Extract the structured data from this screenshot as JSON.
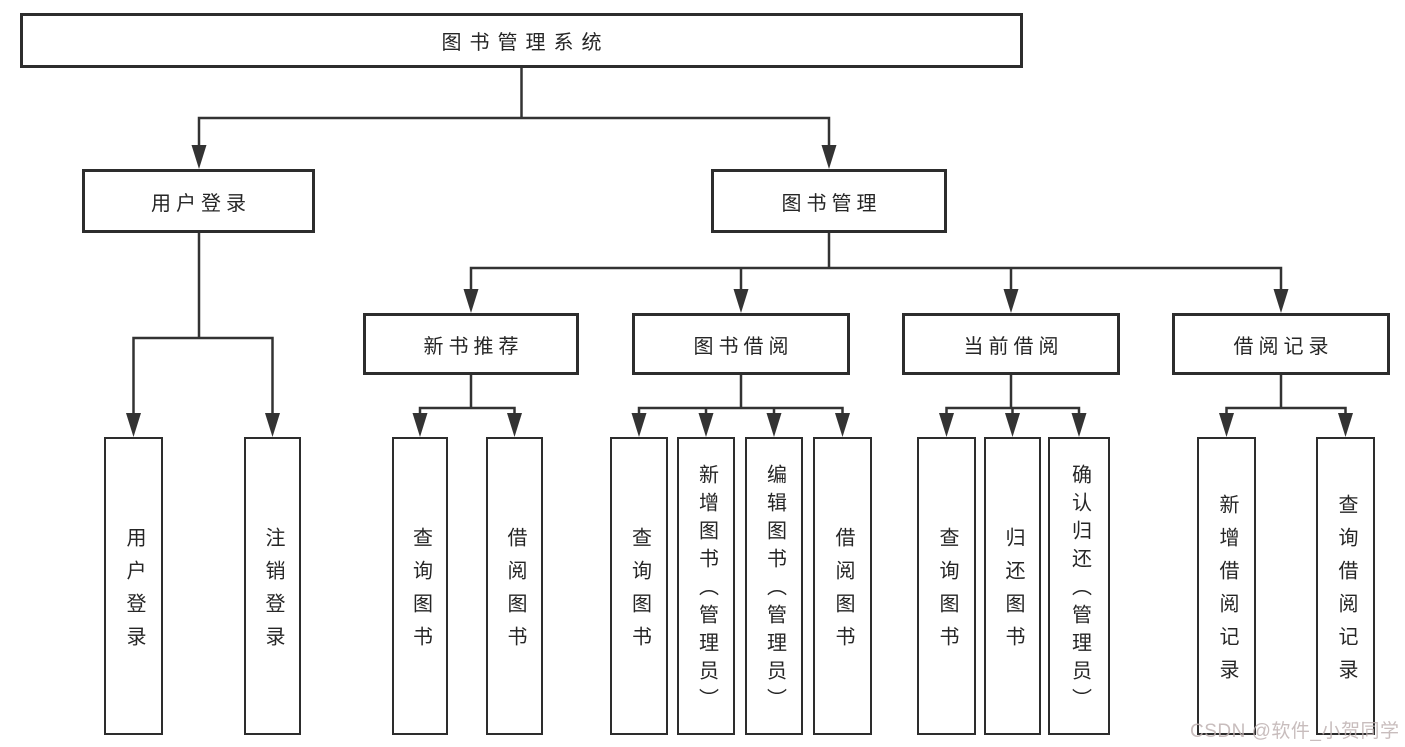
{
  "diagram": {
    "root": "图书管理系统",
    "user_branch": {
      "label": "用户登录",
      "children": [
        "用户登录",
        "注销登录"
      ]
    },
    "manage_branch": {
      "label": "图书管理",
      "groups": [
        {
          "label": "新书推荐",
          "children": [
            "查询图书",
            "借阅图书"
          ]
        },
        {
          "label": "图书借阅",
          "children": [
            "查询图书",
            "新增图书（管理员）",
            "编辑图书（管理员）",
            "借阅图书"
          ]
        },
        {
          "label": "当前借阅",
          "children": [
            "查询图书",
            "归还图书",
            "确认归还（管理员）"
          ]
        },
        {
          "label": "借阅记录",
          "children": [
            "新增借阅记录",
            "查询借阅记录"
          ]
        }
      ]
    }
  },
  "watermark": {
    "text": "CSDN @软件_小贺同学",
    "color": "#bfb2b2"
  },
  "colors": {
    "line": "#333333",
    "box_border": "#2d2d2d",
    "text": "#262626",
    "background": "#ffffff"
  }
}
